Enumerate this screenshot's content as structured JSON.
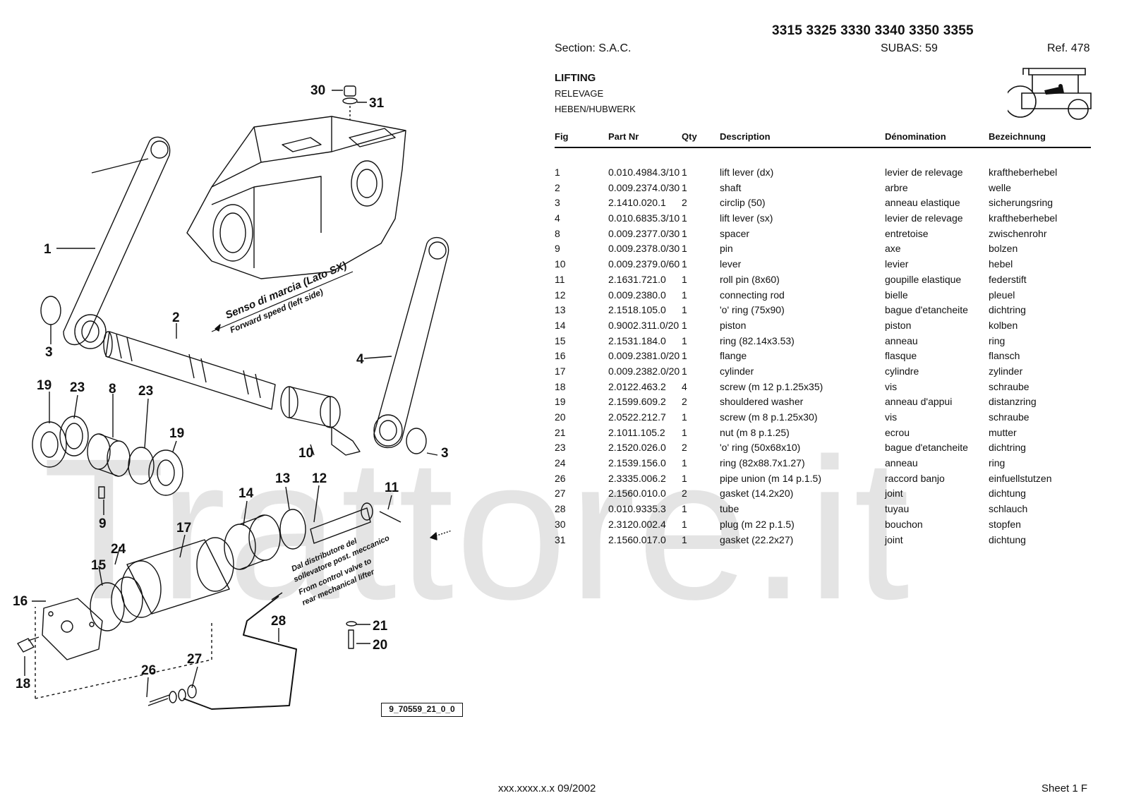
{
  "header": {
    "models": "3315 3325 3330 3340 3350 3355",
    "section": "Section: S.A.C.",
    "subas": "SUBAS: 59",
    "ref": "Ref. 478"
  },
  "title": {
    "en": "LIFTING",
    "fr": "RELEVAGE",
    "de": "HEBEN/HUBWERK"
  },
  "table": {
    "headers": [
      "Fig",
      "Part Nr",
      "Qty",
      "Description",
      "Dénomination",
      "Bezeichnung"
    ],
    "rows": [
      [
        "1",
        "0.010.4984.3/10",
        "1",
        "lift lever (dx)",
        "levier de relevage",
        "kraftheberhebel"
      ],
      [
        "2",
        "0.009.2374.0/30",
        "1",
        "shaft",
        "arbre",
        "welle"
      ],
      [
        "3",
        "2.1410.020.1",
        "2",
        "circlip (50)",
        "anneau elastique",
        "sicherungsring"
      ],
      [
        "4",
        "0.010.6835.3/10",
        "1",
        "lift lever (sx)",
        "levier de relevage",
        "kraftheberhebel"
      ],
      [
        "8",
        "0.009.2377.0/30",
        "1",
        "spacer",
        "entretoise",
        "zwischenrohr"
      ],
      [
        "9",
        "0.009.2378.0/30",
        "1",
        "pin",
        "axe",
        "bolzen"
      ],
      [
        "10",
        "0.009.2379.0/60",
        "1",
        "lever",
        "levier",
        "hebel"
      ],
      [
        "11",
        "2.1631.721.0",
        "1",
        "roll pin (8x60)",
        "goupille elastique",
        "federstift"
      ],
      [
        "12",
        "0.009.2380.0",
        "1",
        "connecting rod",
        "bielle",
        "pleuel"
      ],
      [
        "13",
        "2.1518.105.0",
        "1",
        "'o' ring (75x90)",
        "bague d'etancheite",
        "dichtring"
      ],
      [
        "14",
        "0.9002.311.0/20",
        "1",
        "piston",
        "piston",
        "kolben"
      ],
      [
        "15",
        "2.1531.184.0",
        "1",
        "ring (82.14x3.53)",
        "anneau",
        "ring"
      ],
      [
        "16",
        "0.009.2381.0/20",
        "1",
        "flange",
        "flasque",
        "flansch"
      ],
      [
        "17",
        "0.009.2382.0/20",
        "1",
        "cylinder",
        "cylindre",
        "zylinder"
      ],
      [
        "18",
        "2.0122.463.2",
        "4",
        "screw (m 12 p.1.25x35)",
        "vis",
        "schraube"
      ],
      [
        "19",
        "2.1599.609.2",
        "2",
        "shouldered washer",
        "anneau d'appui",
        "distanzring"
      ],
      [
        "20",
        "2.0522.212.7",
        "1",
        "screw (m 8 p.1.25x30)",
        "vis",
        "schraube"
      ],
      [
        "21",
        "2.1011.105.2",
        "1",
        "nut (m 8 p.1.25)",
        "ecrou",
        "mutter"
      ],
      [
        "23",
        "2.1520.026.0",
        "2",
        "'o' ring (50x68x10)",
        "bague d'etancheite",
        "dichtring"
      ],
      [
        "24",
        "2.1539.156.0",
        "1",
        "ring (82x88.7x1.27)",
        "anneau",
        "ring"
      ],
      [
        "26",
        "2.3335.006.2",
        "1",
        "pipe union (m 14 p.1.5)",
        "raccord banjo",
        "einfuellstutzen"
      ],
      [
        "27",
        "2.1560.010.0",
        "2",
        "gasket (14.2x20)",
        "joint",
        "dichtung"
      ],
      [
        "28",
        "0.010.9335.3",
        "1",
        "tube",
        "tuyau",
        "schlauch"
      ],
      [
        "30",
        "2.3120.002.4",
        "1",
        "plug (m 22 p.1.5)",
        "bouchon",
        "stopfen"
      ],
      [
        "31",
        "2.1560.017.0",
        "1",
        "gasket (22.2x27)",
        "joint",
        "dichtung"
      ]
    ]
  },
  "diagram": {
    "callouts": [
      "30",
      "31",
      "1",
      "2",
      "3",
      "4",
      "19",
      "23",
      "8",
      "23",
      "19",
      "3",
      "9",
      "10",
      "13",
      "12",
      "14",
      "11",
      "17",
      "24",
      "15",
      "16",
      "18",
      "28",
      "21",
      "20",
      "27",
      "26"
    ],
    "direction_it": "Senso di marcia (Lato SX)",
    "direction_en": "Forward speed (left side)",
    "source_it_1": "Dal distributore del",
    "source_it_2": "sollevatore post. meccanico",
    "source_en_1": "From control valve to",
    "source_en_2": "rear mechanical lifter",
    "drawing_code": "9_70559_21_0_0"
  },
  "watermark": "Trattore.it",
  "footer": {
    "code": "xxx.xxxx.x.x  09/2002",
    "sheet": "Sheet 1 F"
  }
}
